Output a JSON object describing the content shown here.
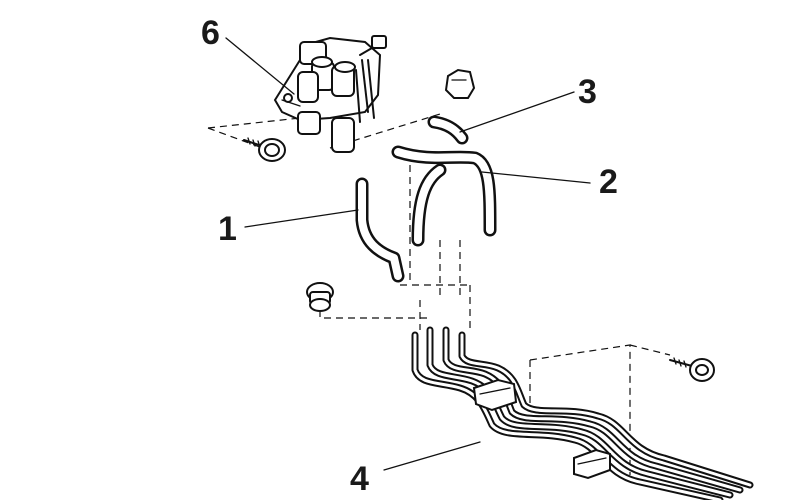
{
  "diagram": {
    "callouts": {
      "c1": "1",
      "c2": "2",
      "c3": "3",
      "c4": "4",
      "c6": "6"
    }
  }
}
